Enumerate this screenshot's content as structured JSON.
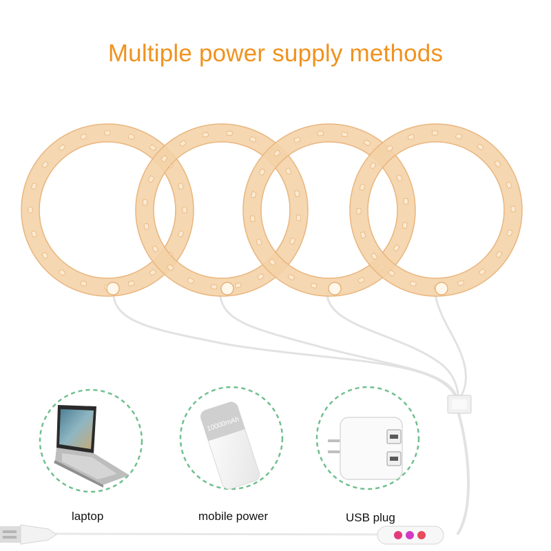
{
  "title": "Multiple power supply methods",
  "captions": {
    "laptop": "laptop",
    "mobile_power": "mobile power",
    "usb_plug": "USB plug"
  },
  "powerbank_label": "10000mAh",
  "colors": {
    "title": "#F0921E",
    "ring_glow": "#F4D3A8",
    "led": "#FCE9CF",
    "dashed_circle": "#6FBF8E",
    "cable": "#E2E2E2",
    "controller_buttons": [
      "#E23A7A",
      "#D23AC6",
      "#E64B5E"
    ]
  }
}
